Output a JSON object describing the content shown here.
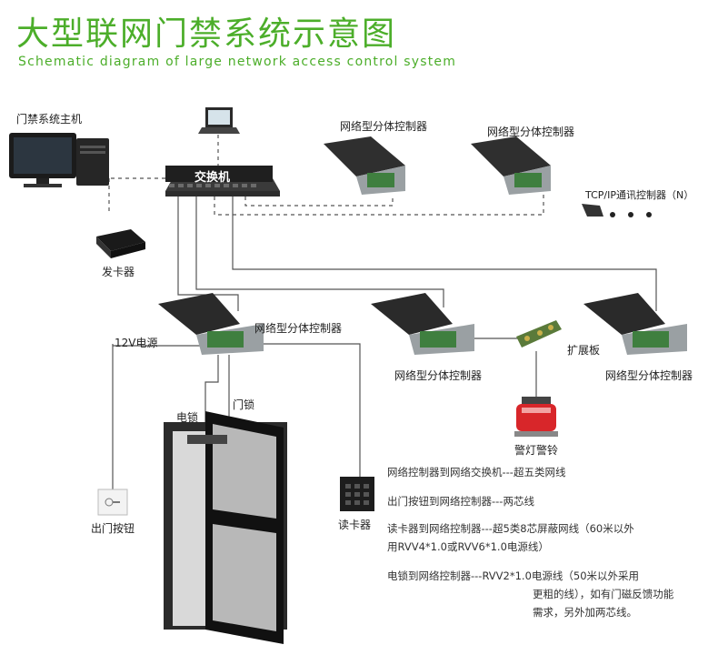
{
  "header": {
    "title": "大型联网门禁系统示意图",
    "subtitle": "Schematic diagram of large network access control system"
  },
  "labels": {
    "host": "门禁系统主机",
    "switch": "交换机",
    "card_issuer": "发卡器",
    "controller_top1": "网络型分体控制器",
    "controller_top2": "网络型分体控制器",
    "tcp_controller": "TCP/IP通讯控制器（N）",
    "power": "12V电源",
    "controller_mid_left": "网络型分体控制器",
    "controller_mid_center": "网络型分体控制器",
    "controller_mid_right": "网络型分体控制器",
    "expansion_board": "扩展板",
    "alarm": "警灯警铃",
    "electric_lock": "电锁",
    "door_lock": "门锁",
    "exit_button": "出门按钮",
    "card_reader": "读卡器"
  },
  "notes": [
    "网络控制器到网络交换机---超五类网线",
    "出门按钮到网络控制器---两芯线",
    "读卡器到网络控制器---超5类8芯屏蔽网线（60米以外",
    "用RVV4*1.0或RVV6*1.0电源线）",
    "电锁到网络控制器---RVV2*1.0电源线（50米以外采用",
    "更粗的线），如有门磁反馈功能",
    "需求，另外加两芯线。"
  ],
  "colors": {
    "accent_green": "#4cae2a",
    "wire": "#555555",
    "alarm_red": "#d8262a"
  }
}
